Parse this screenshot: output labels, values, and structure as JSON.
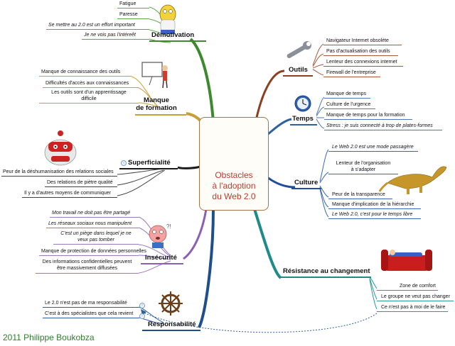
{
  "center": {
    "title": "Obstacles\nà l'adoption\ndu Web 2.0"
  },
  "credit": "2011 Philippe Boukobza",
  "colors": {
    "center_text": "#c0392b",
    "credit": "#2f7d2a",
    "note": "#7a9ec8"
  },
  "branches": {
    "demotivation": {
      "label": "Démotivation",
      "icon": "cartoon-character-icon",
      "items": [
        "Fatigue",
        "Paresse",
        "Se mettre au 2.0 est un effort important",
        "Je ne vois pas l'intéreêt"
      ]
    },
    "formation": {
      "label": "Manque\nde formation",
      "icon": "presenter-board-icon",
      "items": [
        "Manque de connaissance des outils",
        "Difficultés d'accès aux connaissances",
        "Les outils sont d'un apprentissage\ndifficile"
      ]
    },
    "superficialite": {
      "label": "Superficialité",
      "icon": "robot-icon",
      "items": [
        "Peur de la déshumanisation des relations sociales",
        "Des relations de piètre qualité",
        "Il y a d'autres moyens de communiquer"
      ]
    },
    "insecurite": {
      "label": "Insécurité",
      "icon": "worried-face-icon",
      "items": [
        "Mon travail ne doit pas être partagé",
        "Les réseaux sociaux nous manipulent",
        "C'est un piège dans lequel je ne\nveux pas tomber",
        "Manque de protection de données personnelles",
        "Des informations confidentielles peuvent\nêtre massivement diffusées"
      ]
    },
    "responsabilite": {
      "label": "Responsabilité",
      "icon": "ship-wheel-icon",
      "items": [
        "Le 2.0 n'est pas de ma responsabilité",
        "C'est à des spécialistes que cela revient"
      ]
    },
    "outils": {
      "label": "Outils",
      "icon": "wrench-icon",
      "items": [
        "Navigateur Internet obsolète",
        "Pas d'actualisation des outils",
        "Lenteur des connexions internet",
        "Firewall de l'entreprise"
      ]
    },
    "temps": {
      "label": "Temps",
      "icon": "clock-icon",
      "items": [
        "Manque de temps",
        "Culture de l'urgence",
        "Manque de temps pour la formation",
        "Stress : je suis connecté à trop de plates-formes"
      ]
    },
    "culture": {
      "label": "Culture",
      "icon": "dinosaur-icon",
      "items": [
        "Le Web 2.0 est une mode passagère",
        "Lenteur de l'organisation\nà s'adapter",
        "Peur de la transparence",
        "Manque d'implication de la hiérarchie",
        "Le Web 2.0, c'est pour le temps libre"
      ]
    },
    "resistance": {
      "label": "Résistance au changement",
      "icon": "sofa-sleeping-icon",
      "items": [
        "Zone de comfort",
        "Le groupe ne veut pas changer",
        "Ce n'est pas à moi de le faire"
      ]
    }
  }
}
